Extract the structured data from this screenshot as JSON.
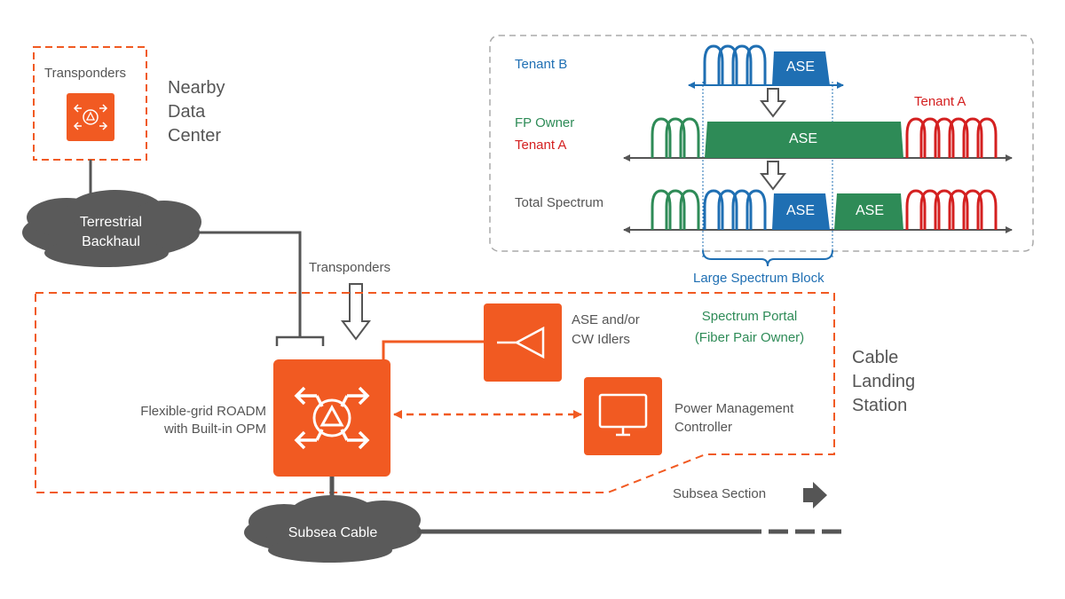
{
  "nearby_dc": {
    "box_label": "Transponders",
    "title_lines": [
      "Nearby",
      "Data",
      "Center"
    ]
  },
  "terrestrial_backhaul": {
    "lines": [
      "Terrestrial",
      "Backhaul"
    ]
  },
  "transponders_arrow_label": "Transponders",
  "roadm": {
    "lines": [
      "Flexible-grid ROADM",
      "with Built-in OPM"
    ]
  },
  "idlers": {
    "lines": [
      "ASE and/or",
      "CW Idlers"
    ]
  },
  "spectrum_portal": {
    "lines": [
      "Spectrum Portal",
      "(Fiber Pair Owner)"
    ]
  },
  "pmc": {
    "lines": [
      "Power Management",
      "Controller"
    ]
  },
  "cable_landing": {
    "lines": [
      "Cable",
      "Landing",
      "Station"
    ]
  },
  "subsea_section": "Subsea Section",
  "subsea_cable": "Subsea Cable",
  "spectrum": {
    "tenant_b": "Tenant B",
    "fp_owner": "FP Owner",
    "tenant_a_left": "Tenant A",
    "tenant_a_right": "Tenant A",
    "total_spectrum": "Total Spectrum",
    "ase_tenant_b": "ASE",
    "ase_fp_owner": "ASE",
    "ase_total_blue": "ASE",
    "ase_total_green": "ASE",
    "large_block": "Large Spectrum Block"
  },
  "colors": {
    "orange": "#f15a22",
    "gray": "#555555",
    "cloud": "#5a5a5a",
    "blue": "#1f6fb3",
    "green": "#2e8b57",
    "red": "#d42020"
  }
}
